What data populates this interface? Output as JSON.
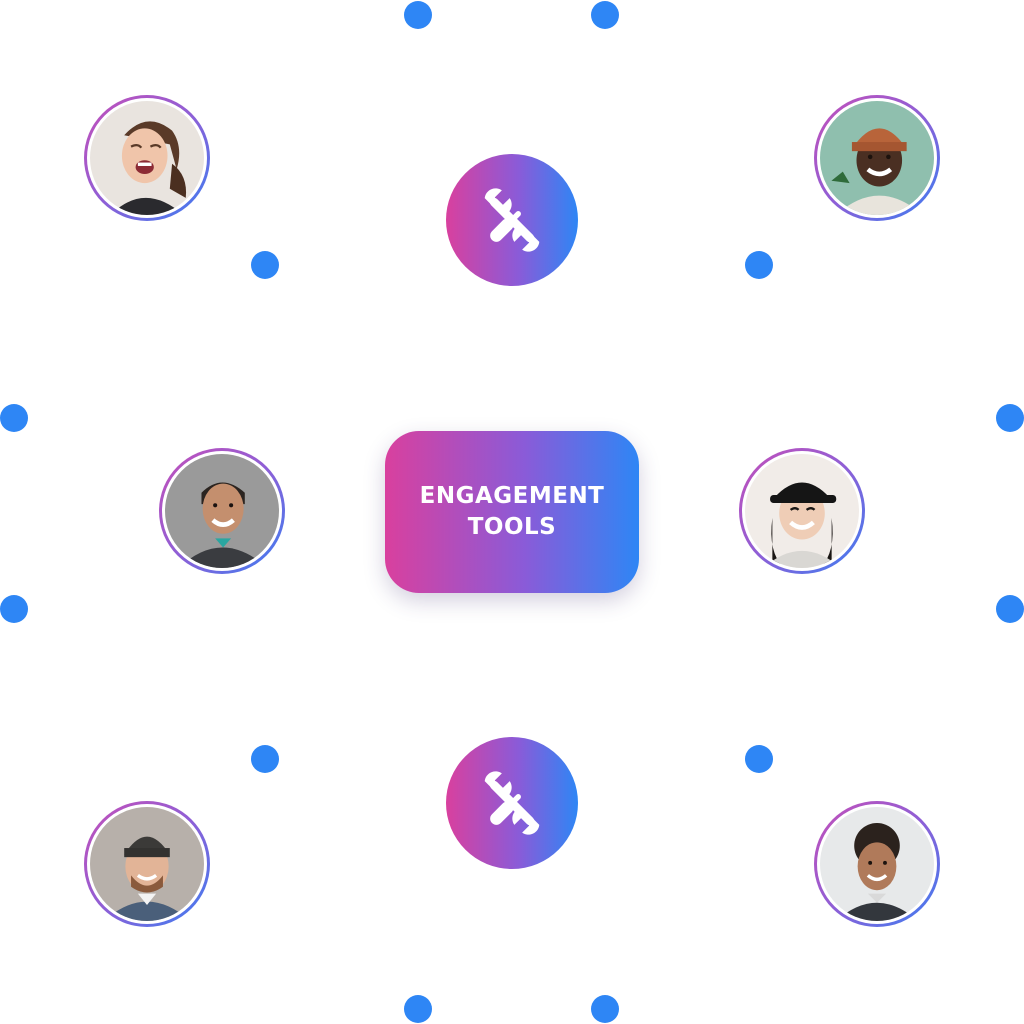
{
  "center_card": {
    "line1": "ENGAGEMENT",
    "line2": "TOOLS"
  },
  "colors": {
    "dot": "#2e86f5",
    "gradient_start": "#d9409e",
    "gradient_mid": "#8a5bd8",
    "gradient_end": "#2e86f5",
    "icon": "#ffffff"
  },
  "icons": {
    "tool_badge": "wrench-screwdriver-icon"
  },
  "avatars": [
    {
      "name": "avatar-woman-laughing"
    },
    {
      "name": "avatar-man-orange-beanie"
    },
    {
      "name": "avatar-man-smiling-polo"
    },
    {
      "name": "avatar-woman-black-cap"
    },
    {
      "name": "avatar-man-grey-beanie"
    },
    {
      "name": "avatar-woman-curly-hair"
    }
  ]
}
